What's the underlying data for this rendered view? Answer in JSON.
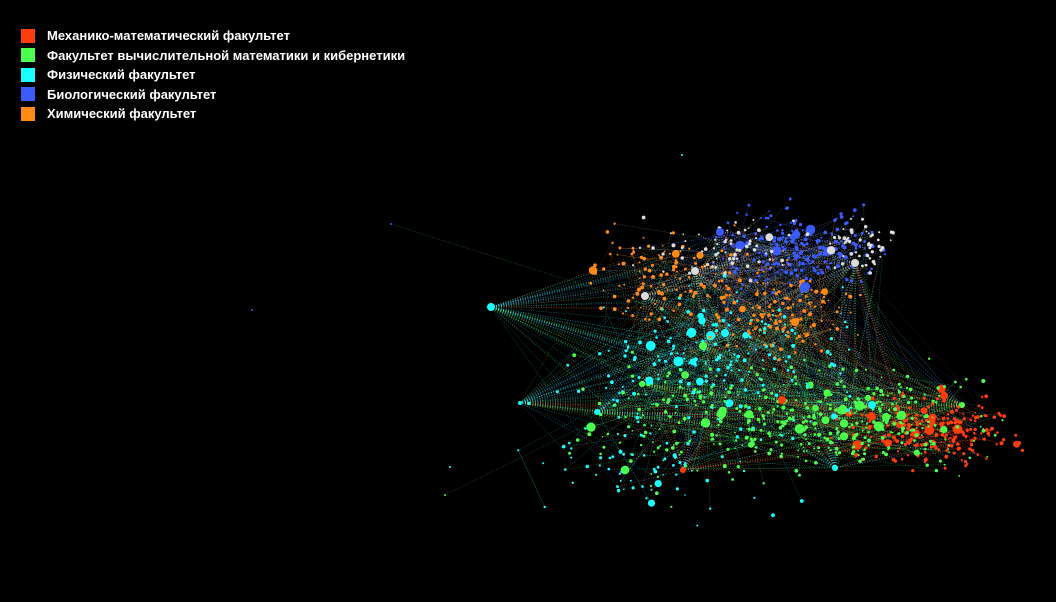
{
  "legend": {
    "items": [
      {
        "label": "Механико-математический факультет",
        "color": "#ff3d0d"
      },
      {
        "label": "Факультет вычислительной математики и кибернетики",
        "color": "#4cff4c"
      },
      {
        "label": "Физический факультет",
        "color": "#19ffff"
      },
      {
        "label": "Биологический факультет",
        "color": "#3a5cff"
      },
      {
        "label": "Химический факультет",
        "color": "#ff8a14"
      }
    ]
  },
  "graph": {
    "background": "#000000",
    "unaffiliated_color": "#dcdcdc"
  }
}
